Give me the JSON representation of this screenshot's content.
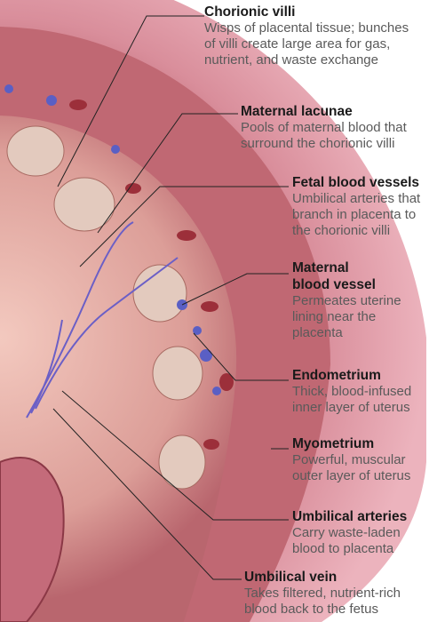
{
  "colors": {
    "wall_outer": "#e6a6b1",
    "wall_inner": "#c7737f",
    "endometrium": "#b65762",
    "maternal_blood": "#a1333d",
    "fetal_vessel": "#5a5fc4",
    "villi": "#d9bdb3",
    "leader_line": "#222222",
    "title_text": "#1a1a1a",
    "desc_text": "#5a5a5a"
  },
  "labels": [
    {
      "title": "Chorionic villi",
      "description": "Wisps of placental tissue; bunches\nof villi create large area for gas,\nnutrient, and waste exchange"
    },
    {
      "title": "Maternal lacunae",
      "description": "Pools of maternal blood that\nsurround the chorionic villi"
    },
    {
      "title": "Fetal blood vessels",
      "description": "Umbilical arteries that\nbranch in placenta to\nthe chorionic villi"
    },
    {
      "title": "Maternal\nblood vessel",
      "description": "Permeates uterine\nlining near the\nplacenta"
    },
    {
      "title": "Endometrium",
      "description": "Thick, blood-infused\ninner layer of uterus"
    },
    {
      "title": "Myometrium",
      "description": "Powerful, muscular\nouter layer of uterus"
    },
    {
      "title": "Umbilical arteries",
      "description": "Carry waste-laden\nblood to placenta"
    },
    {
      "title": "Umbilical vein",
      "description": "Takes filtered, nutrient-rich\nblood back to the fetus"
    }
  ]
}
